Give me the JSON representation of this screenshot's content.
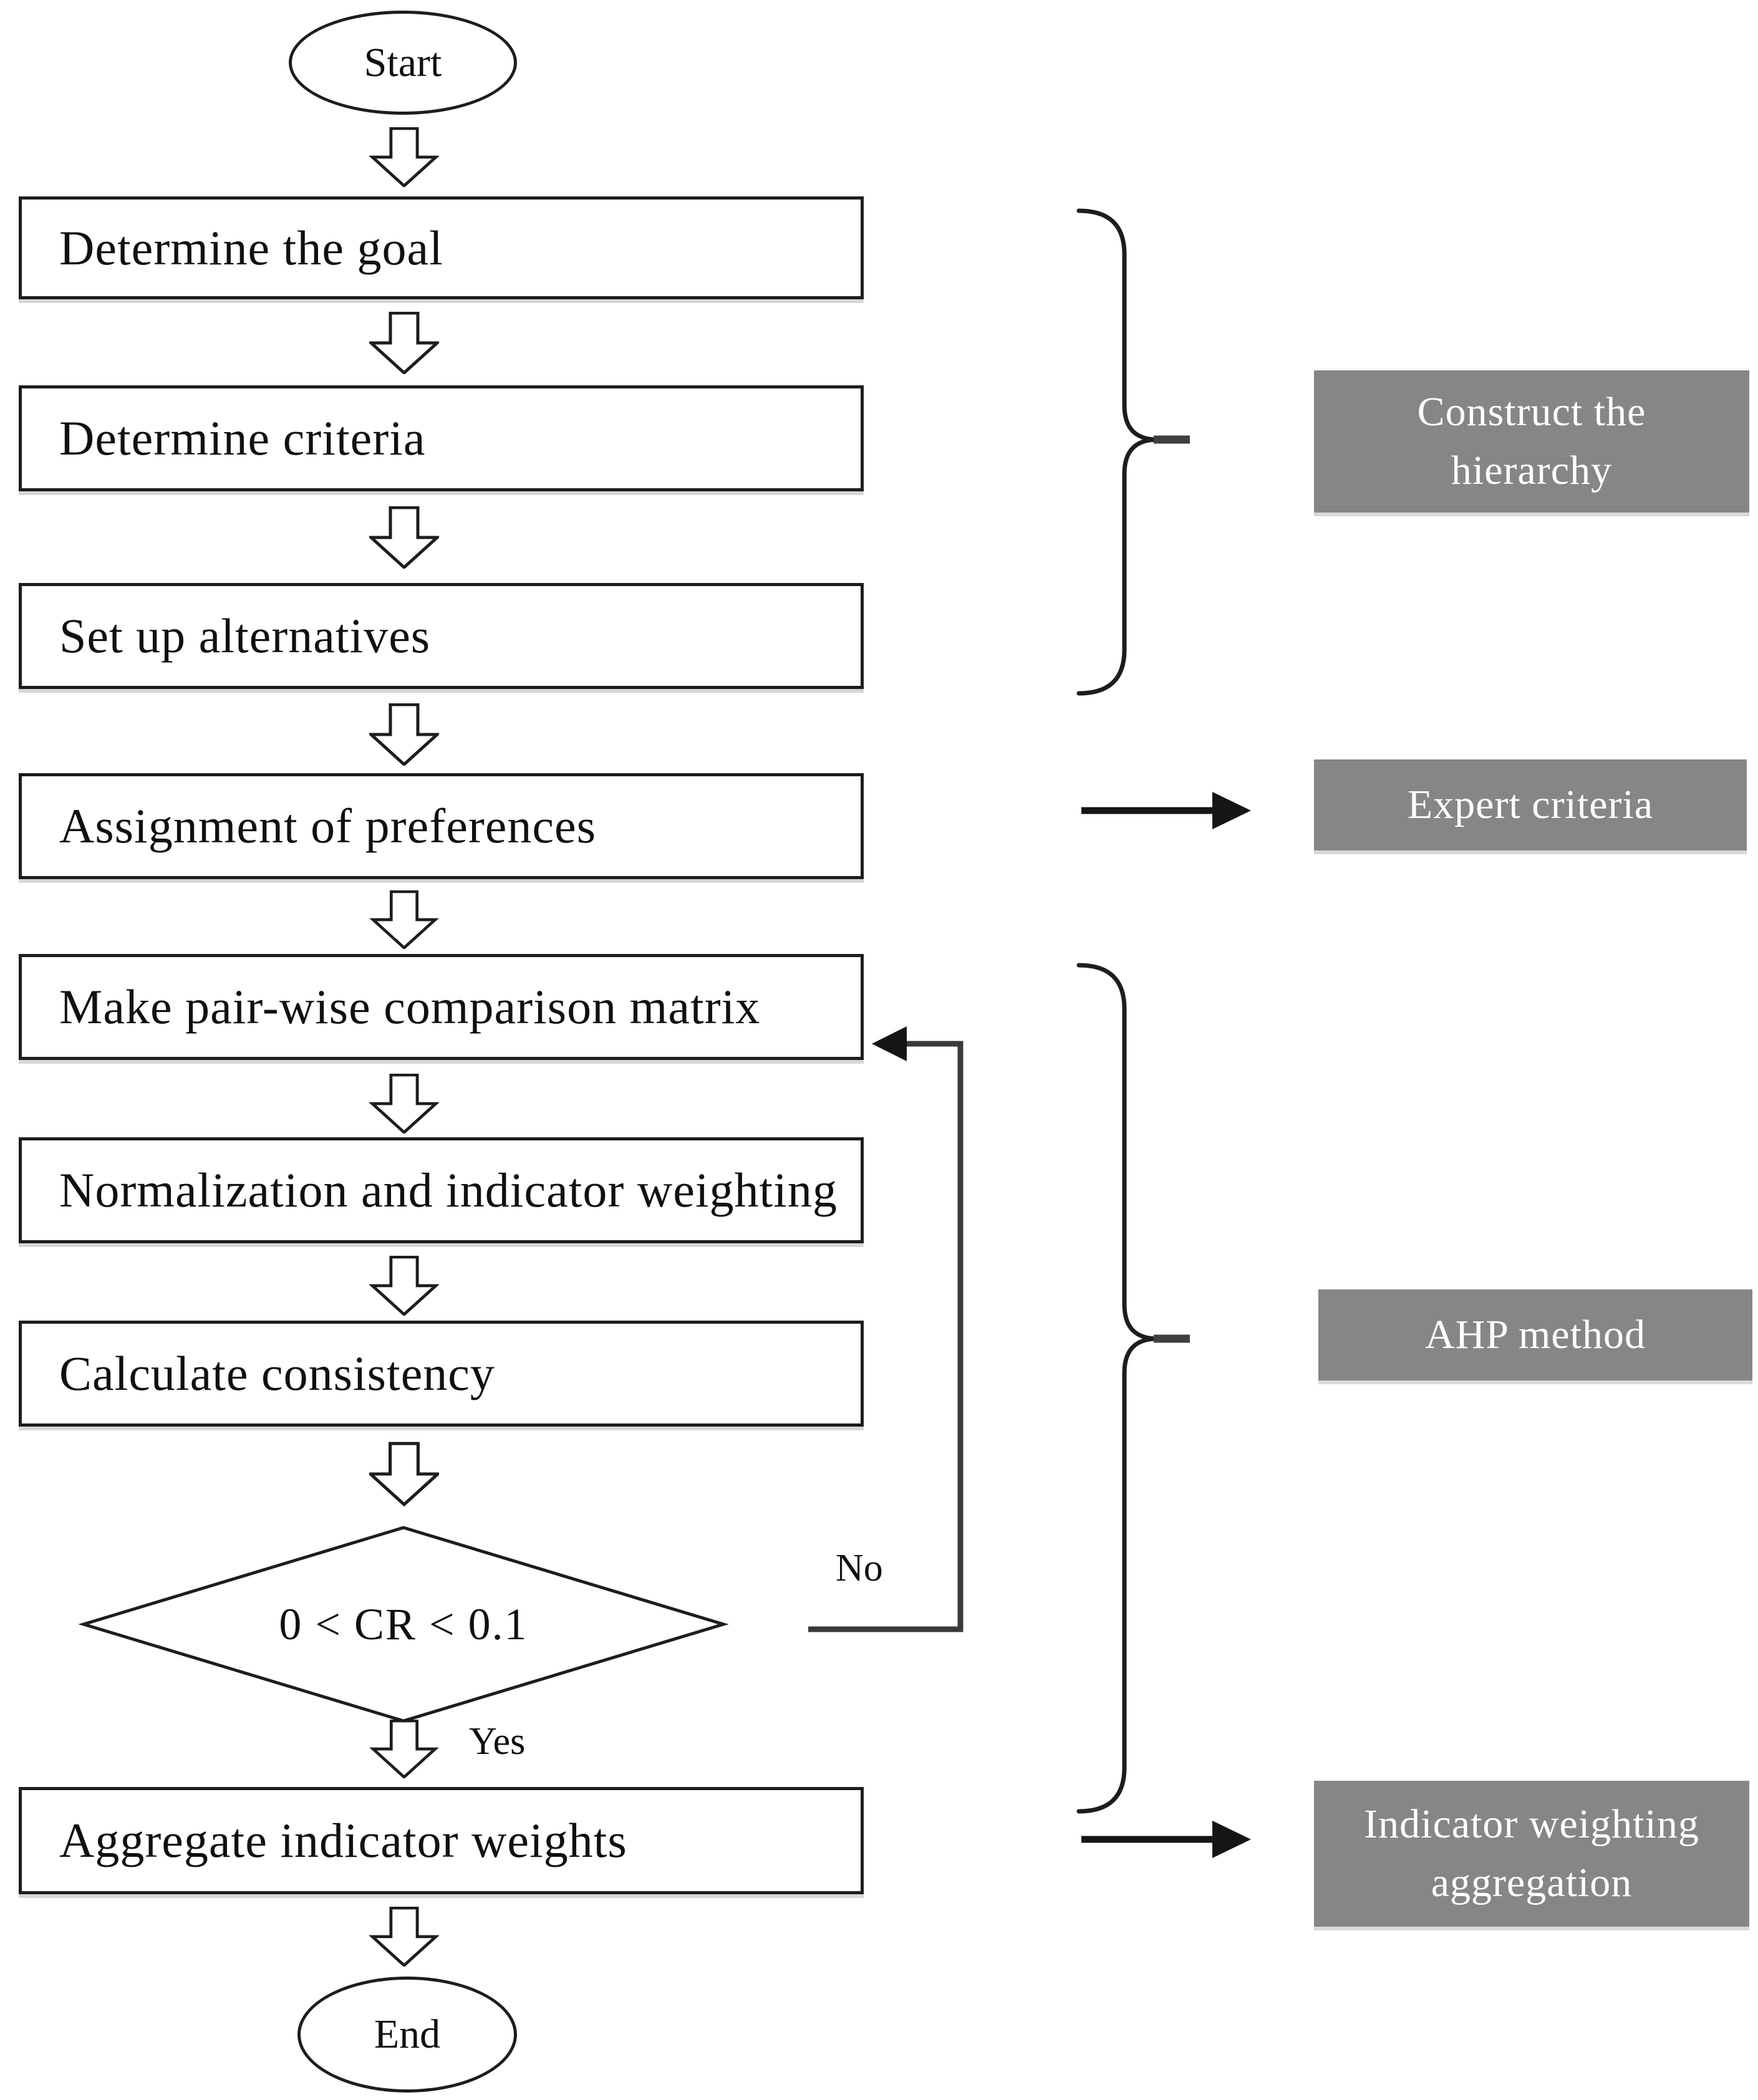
{
  "flowchart": {
    "start_label": "Start",
    "end_label": "End",
    "steps": [
      "Determine the goal",
      "Determine criteria",
      "Set up alternatives",
      "Assignment of preferences",
      "Make pair-wise comparison matrix",
      "Normalization and indicator weighting",
      "Calculate consistency"
    ],
    "decision": {
      "label": "0 < CR < 0.1",
      "yes": "Yes",
      "no": "No"
    },
    "final_step": "Aggregate indicator weights",
    "annotations": [
      {
        "label": "Construct the\nhierarchy"
      },
      {
        "label": "Expert criteria"
      },
      {
        "label": "AHP method"
      },
      {
        "label": "Indicator weighting\naggregation"
      }
    ],
    "colors": {
      "annotation_bg": "#868686",
      "annotation_text": "#ffffff",
      "line": "#1d1d1d",
      "background": "#ffffff"
    }
  }
}
